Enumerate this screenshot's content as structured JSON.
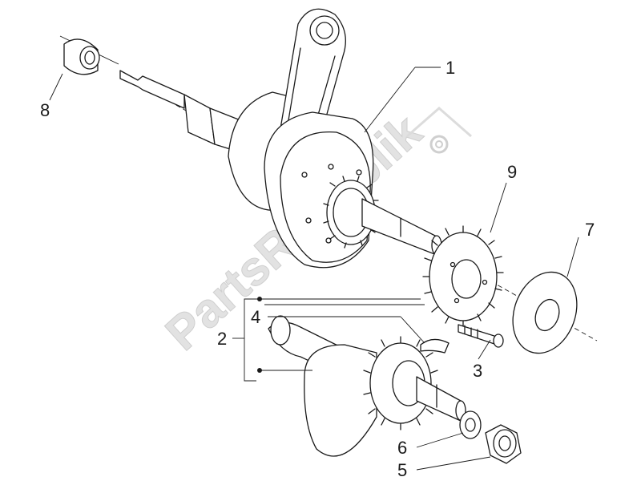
{
  "watermark": {
    "text": "PartsRepublik"
  },
  "callouts": [
    "1",
    "2",
    "3",
    "4",
    "5",
    "6",
    "7",
    "8",
    "9"
  ],
  "colors": {
    "line": "#1a1a1a",
    "watermark": "#e2e2e2",
    "background": "#ffffff"
  }
}
